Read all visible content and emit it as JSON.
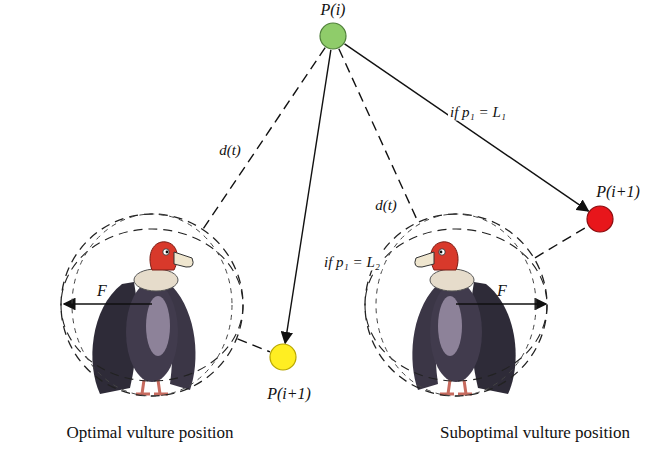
{
  "diagram": {
    "nodes": [
      {
        "text": [
          "P(i)"
        ]
      },
      {
        "text": [
          "F",
          "Optimal vulture position"
        ]
      },
      {
        "text": [
          "F",
          "Suboptimal vulture position"
        ]
      },
      {
        "text": [
          "P(i+1)"
        ]
      },
      {
        "text": [
          "P(i+1)"
        ]
      }
    ],
    "edges": [
      {
        "from": 0,
        "to": 1,
        "label": "d(t)",
        "arrow": "none"
      },
      {
        "from": 0,
        "to": 2,
        "label": "d(t)",
        "arrow": "none"
      },
      {
        "from": 0,
        "to": 3,
        "label": "if p₁ = L₂",
        "arrow": "to"
      },
      {
        "from": 0,
        "to": 4,
        "label": "if p₁ = L₁",
        "arrow": "to"
      },
      {
        "from": 1,
        "to": 3,
        "arrow": "none"
      },
      {
        "from": 2,
        "to": 4,
        "arrow": "none"
      }
    ]
  }
}
